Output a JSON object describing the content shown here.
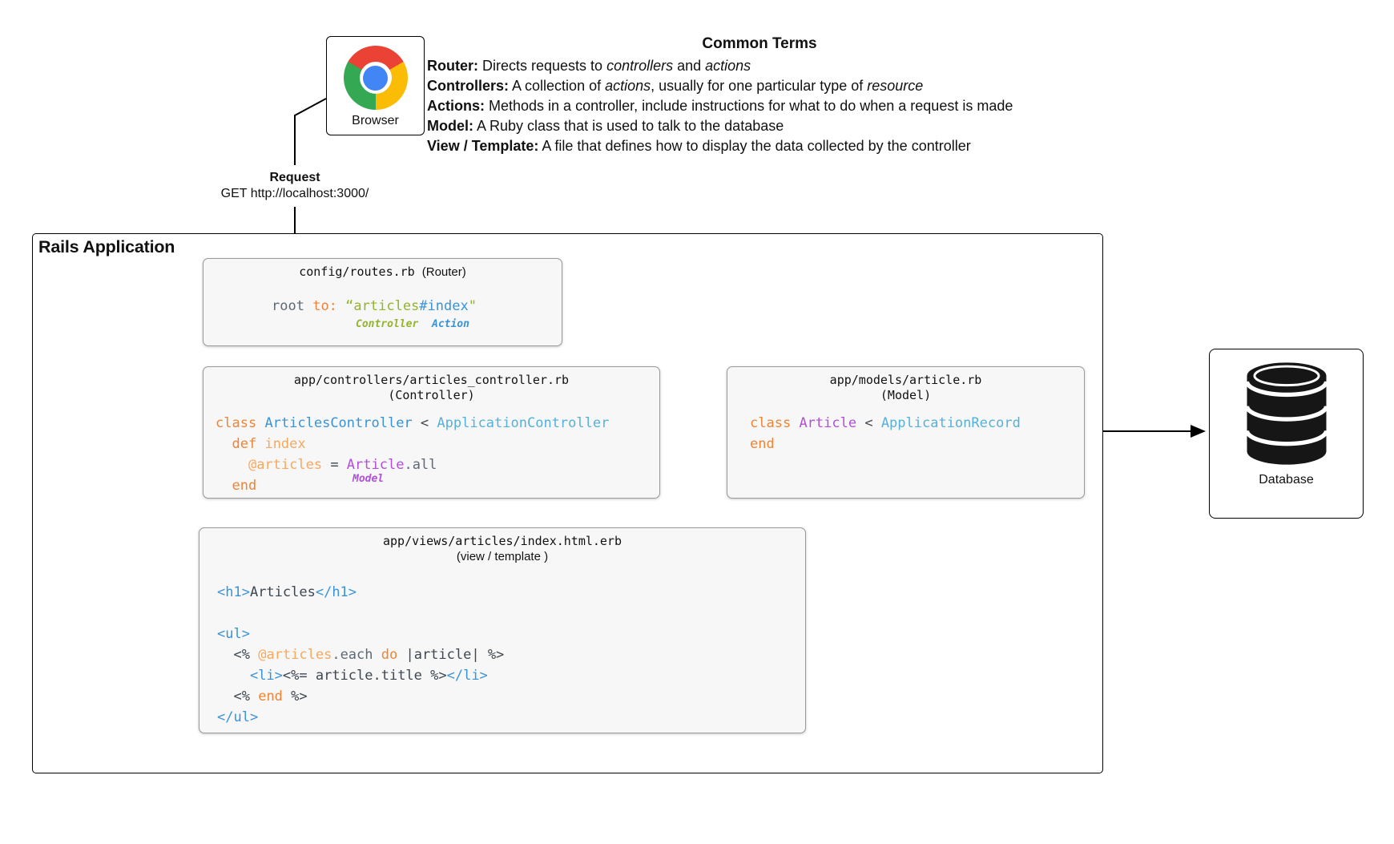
{
  "colors": {
    "kw": "#ef8436",
    "lkw": "#f9a85d",
    "cls": "#3a93d6",
    "sup": "#56b1d8",
    "mdl": "#b14fd8",
    "str": "#93b42c",
    "mut": "#5d6975",
    "txt": "#3e474f",
    "chrome_red": "#ea4335",
    "chrome_yellow": "#fbbc05",
    "chrome_green": "#34a853",
    "chrome_blue": "#4285f4"
  },
  "icons": {
    "browser": "chrome-logo",
    "database": "database-cylinder"
  },
  "browser": {
    "label": "Browser"
  },
  "common_terms": {
    "title": "Common Terms",
    "lines": [
      [
        {
          "t": "Router:",
          "c": "b"
        },
        {
          "t": " Directs requests to "
        },
        {
          "t": "controllers",
          "c": "i"
        },
        {
          "t": " and "
        },
        {
          "t": "actions",
          "c": "i"
        }
      ],
      [
        {
          "t": "Controllers:",
          "c": "b"
        },
        {
          "t": " A collection of "
        },
        {
          "t": "actions",
          "c": "i"
        },
        {
          "t": ", usually for one particular type of "
        },
        {
          "t": "resource",
          "c": "i"
        }
      ],
      [
        {
          "t": "Actions:",
          "c": "b"
        },
        {
          "t": " Methods in a controller, include instructions for what to do when a request is made"
        }
      ],
      [
        {
          "t": "Model:",
          "c": "b"
        },
        {
          "t": " A Ruby class that is used to talk to the database"
        }
      ],
      [
        {
          "t": "View / Template:",
          "c": "b"
        },
        {
          "t": " A file that defines how to display the data collected by the controller"
        }
      ]
    ]
  },
  "request": {
    "title": "Request",
    "url": "GET http://localhost:3000/"
  },
  "rails_app": {
    "title": "Rails Application"
  },
  "routes": {
    "file": "config/routes.rb",
    "kind": "(Router)",
    "code": [
      [
        {
          "t": "root",
          "c": "mut"
        },
        {
          "t": " "
        },
        {
          "t": "to:",
          "c": "kw"
        },
        {
          "t": " "
        },
        {
          "t": "“articles",
          "c": "str"
        },
        {
          "t": "#index",
          "c": "cls"
        },
        {
          "t": "\"",
          "c": "str"
        }
      ]
    ],
    "controller_label": "Controller",
    "action_label": "Action"
  },
  "controller": {
    "file": "app/controllers/articles_controller.rb",
    "kind": "(Controller)",
    "code": [
      [
        {
          "t": "class",
          "c": "kw"
        },
        {
          "t": " "
        },
        {
          "t": "ArticlesController",
          "c": "cls"
        },
        {
          "t": " < ",
          "c": "txt"
        },
        {
          "t": "ApplicationController",
          "c": "sup"
        }
      ],
      [
        {
          "t": "  "
        },
        {
          "t": "def",
          "c": "kw"
        },
        {
          "t": " "
        },
        {
          "t": "index",
          "c": "lkw"
        }
      ],
      [
        {
          "t": "    "
        },
        {
          "t": "@articles",
          "c": "lkw"
        },
        {
          "t": " = ",
          "c": "txt"
        },
        {
          "t": "Article",
          "c": "mdl"
        },
        {
          "t": ".all",
          "c": "mut"
        }
      ],
      [
        {
          "t": "  "
        },
        {
          "t": "end",
          "c": "kw"
        }
      ]
    ],
    "model_label": "Model"
  },
  "model": {
    "file": "app/models/article.rb",
    "kind": "(Model)",
    "code": [
      [
        {
          "t": "class",
          "c": "kw"
        },
        {
          "t": " "
        },
        {
          "t": "Article",
          "c": "mdl"
        },
        {
          "t": " < ",
          "c": "txt"
        },
        {
          "t": "ApplicationRecord",
          "c": "sup"
        }
      ],
      [
        {
          "t": "end",
          "c": "kw"
        }
      ]
    ]
  },
  "views": {
    "file": "app/views/articles/index.html.erb",
    "kind": "(view / template )",
    "code": [
      [
        {
          "t": "<h1>",
          "c": "cls"
        },
        {
          "t": "Articles",
          "c": "txt"
        },
        {
          "t": "</h1>",
          "c": "cls"
        }
      ],
      [],
      [
        {
          "t": "<ul>",
          "c": "cls"
        }
      ],
      [
        {
          "t": "  "
        },
        {
          "t": "<% ",
          "c": "txt"
        },
        {
          "t": "@articles",
          "c": "lkw"
        },
        {
          "t": ".each ",
          "c": "mut"
        },
        {
          "t": "do",
          "c": "kw"
        },
        {
          "t": " |article| %>",
          "c": "txt"
        }
      ],
      [
        {
          "t": "    "
        },
        {
          "t": "<li>",
          "c": "cls"
        },
        {
          "t": "<%= article.title %>",
          "c": "txt"
        },
        {
          "t": "</li>",
          "c": "cls"
        }
      ],
      [
        {
          "t": "  "
        },
        {
          "t": "<% ",
          "c": "txt"
        },
        {
          "t": "end",
          "c": "kw"
        },
        {
          "t": " %>",
          "c": "txt"
        }
      ],
      [
        {
          "t": "</ul>",
          "c": "cls"
        }
      ]
    ]
  },
  "database": {
    "label": "Database"
  }
}
